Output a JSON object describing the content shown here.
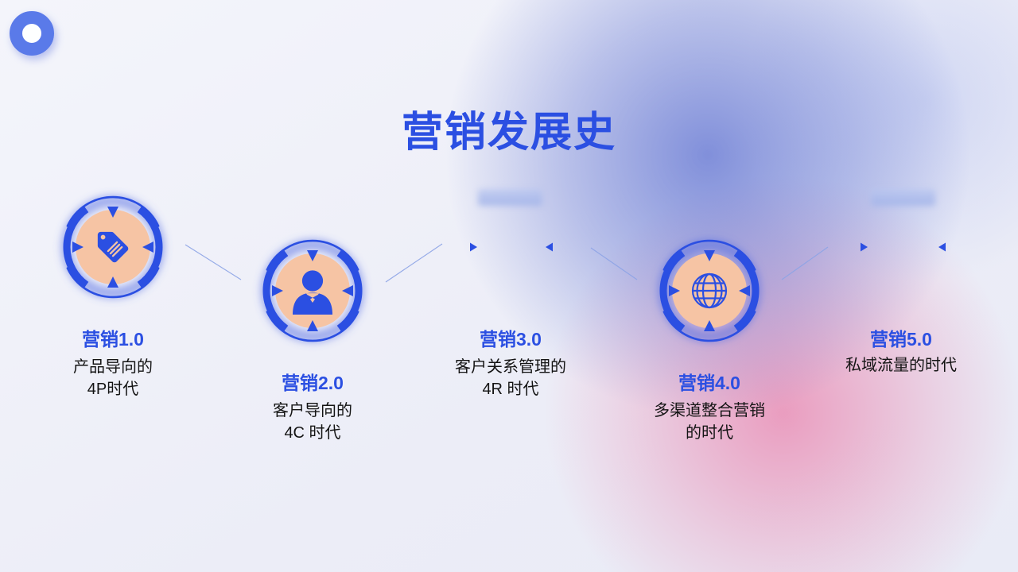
{
  "slide": {
    "title": "营销发展史",
    "colors": {
      "accent": "#2B4FE2",
      "peach": "#F6C4A4",
      "blue_blob": "#3E55C8",
      "pink_blob": "#E85C92",
      "background": "#EEF0F8"
    },
    "logo": {
      "icon": "ring-logo"
    },
    "nodes": [
      {
        "heading": "营销1.0",
        "desc": "产品导向的\n4P时代",
        "icon": "tag-icon"
      },
      {
        "heading": "营销2.0",
        "desc": "客户导向的\n4C 时代",
        "icon": "person-icon"
      },
      {
        "heading": "营销3.0",
        "desc": "客户关系管理的\n4R 时代",
        "icon": "blurred-placeholder"
      },
      {
        "heading": "营销4.0",
        "desc": "多渠道整合营销\n的时代",
        "icon": "globe-icon"
      },
      {
        "heading": "营销5.0",
        "desc": "私域流量的时代",
        "icon": "blurred-placeholder"
      }
    ]
  }
}
